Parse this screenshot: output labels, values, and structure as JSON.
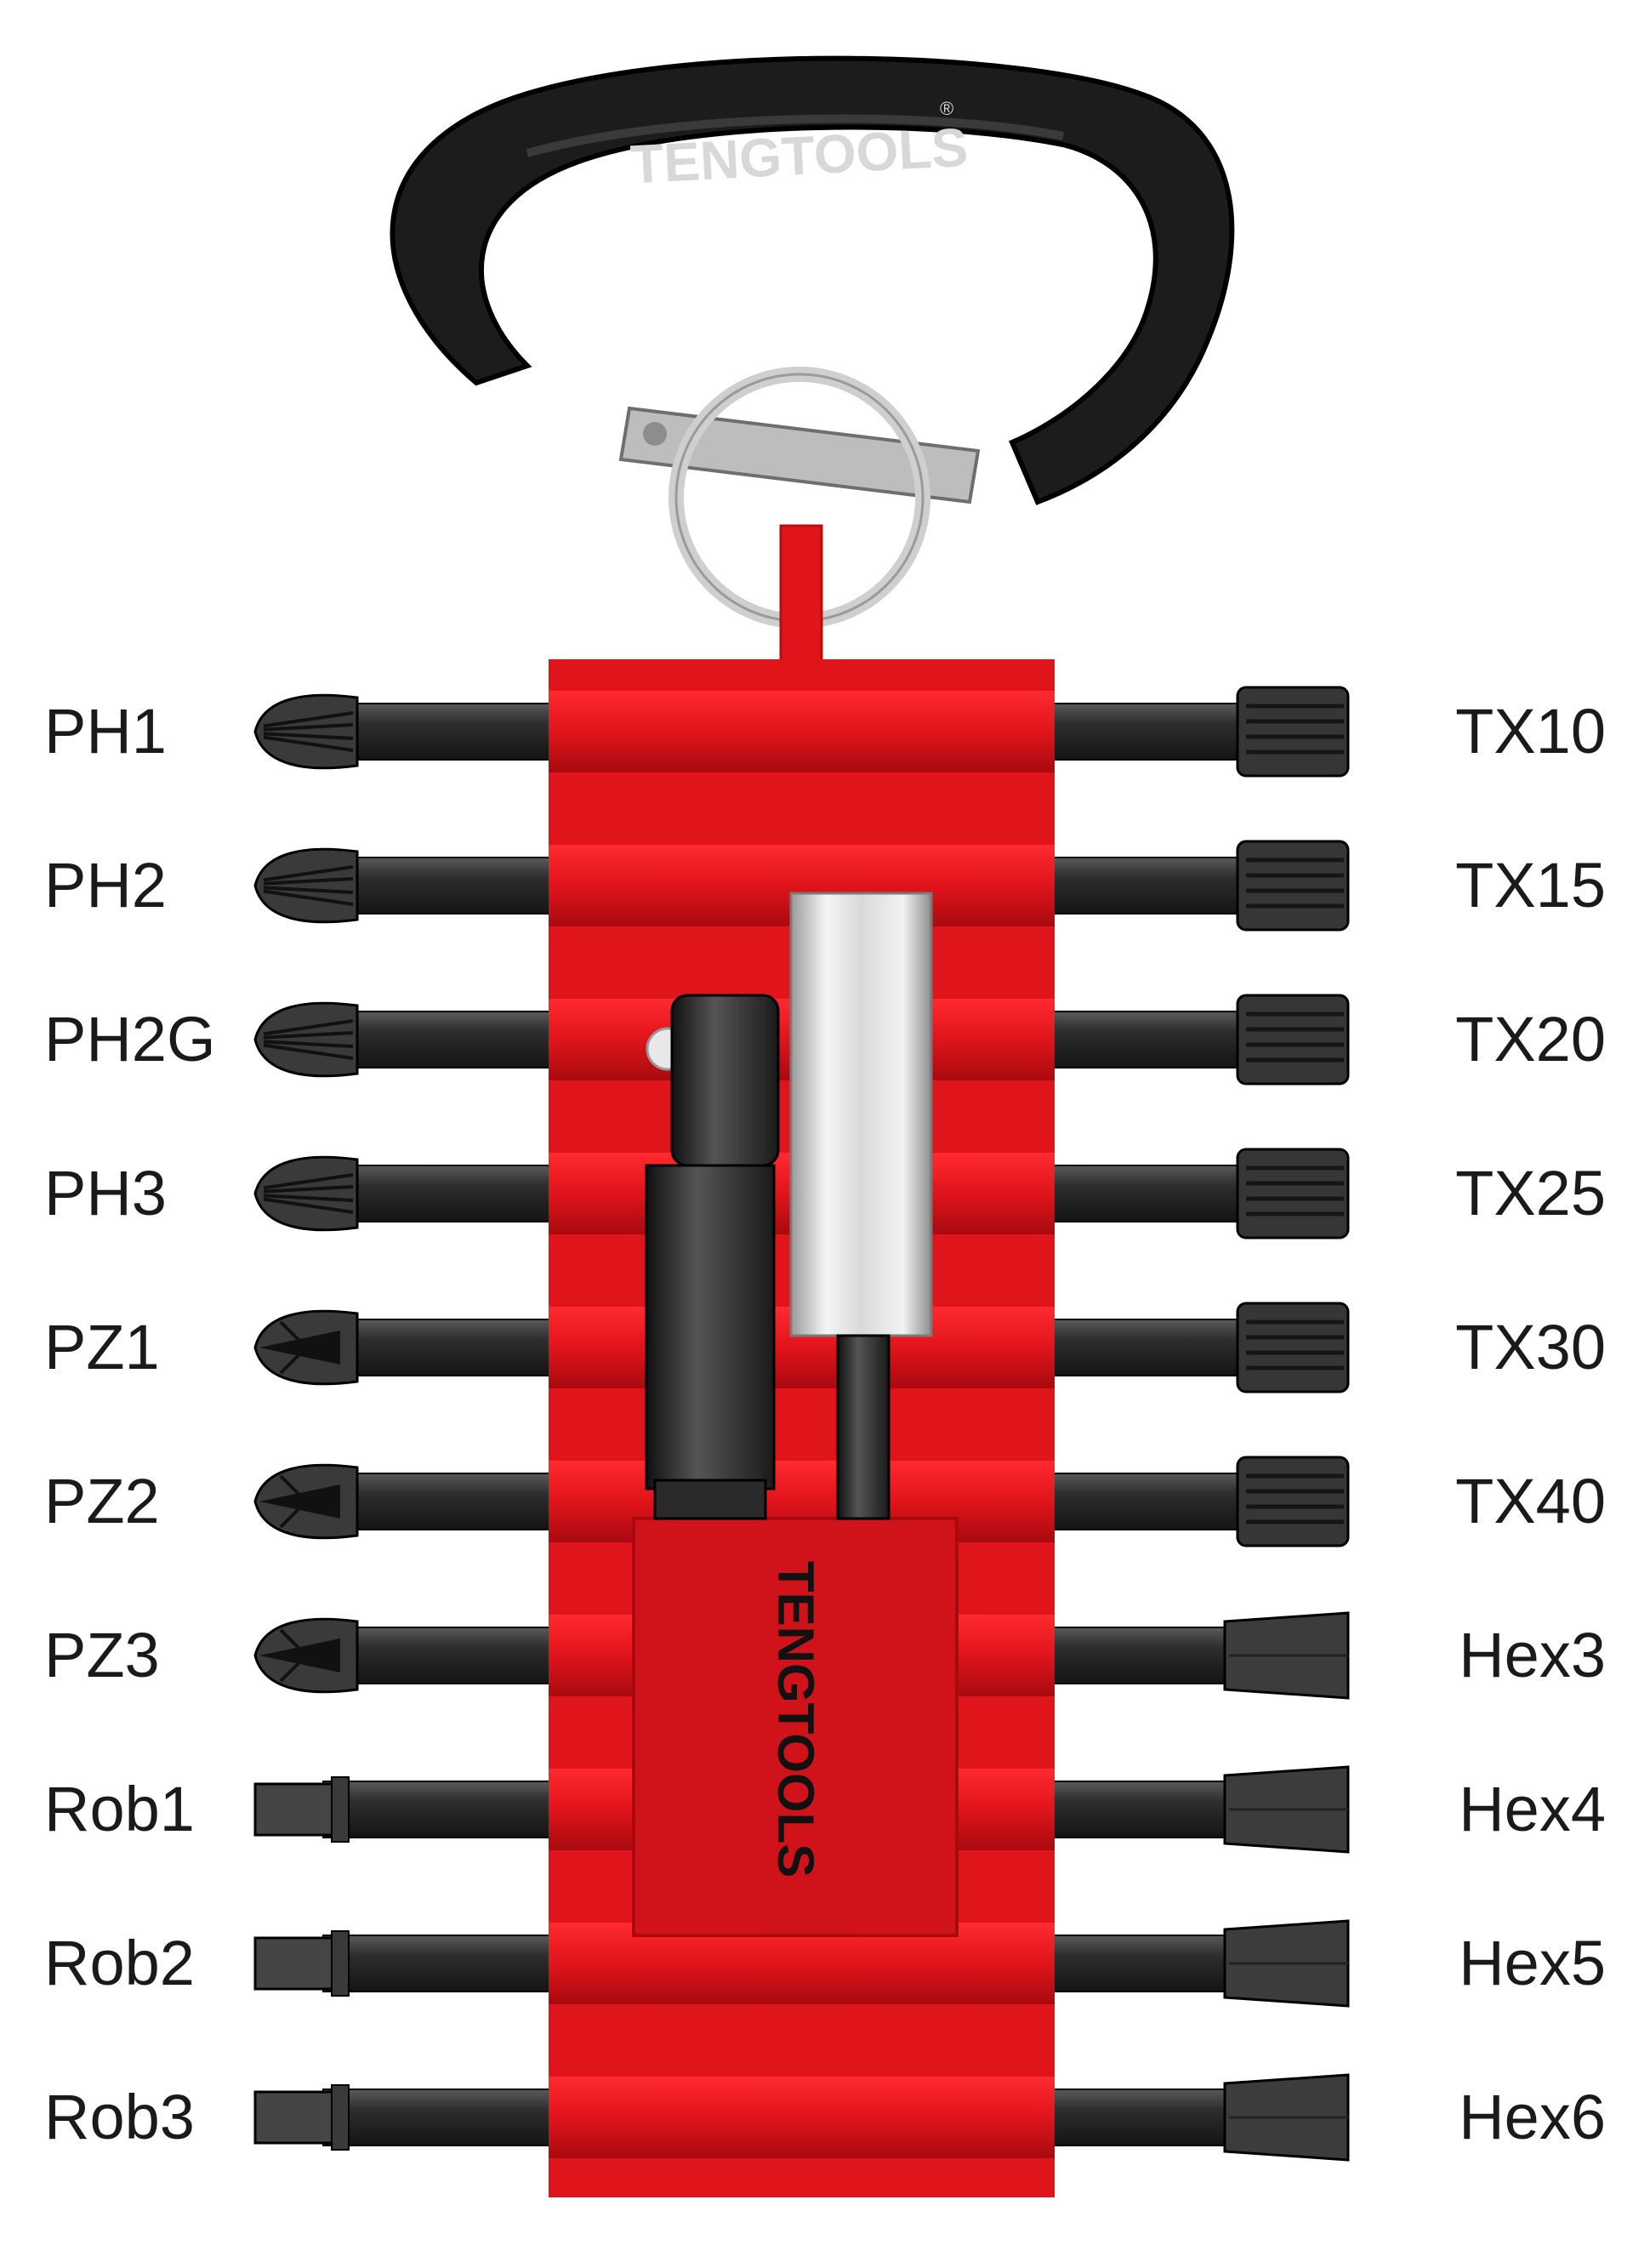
{
  "brand": {
    "logo_text": "TENGTOOLS",
    "registered_mark": "®"
  },
  "colors": {
    "holder_red": "#e0141b",
    "holder_dark_red": "#b50d14",
    "bit_black": "#2b2b2b",
    "carabiner_black": "#1c1c1c",
    "gate_gray": "#bdbdbd",
    "ring_gray": "#cfcfcf",
    "sleeve_silver": "#e6e6e6"
  },
  "left_bits": [
    {
      "label": "PH1",
      "tip": "phillips"
    },
    {
      "label": "PH2",
      "tip": "phillips"
    },
    {
      "label": "PH2G",
      "tip": "phillips"
    },
    {
      "label": "PH3",
      "tip": "phillips"
    },
    {
      "label": "PZ1",
      "tip": "pozidriv"
    },
    {
      "label": "PZ2",
      "tip": "pozidriv"
    },
    {
      "label": "PZ3",
      "tip": "pozidriv"
    },
    {
      "label": "Rob1",
      "tip": "square"
    },
    {
      "label": "Rob2",
      "tip": "square"
    },
    {
      "label": "Rob3",
      "tip": "square"
    }
  ],
  "right_bits": [
    {
      "label": "TX10",
      "tip": "torx"
    },
    {
      "label": "TX15",
      "tip": "torx"
    },
    {
      "label": "TX20",
      "tip": "torx"
    },
    {
      "label": "TX25",
      "tip": "torx"
    },
    {
      "label": "TX30",
      "tip": "torx"
    },
    {
      "label": "TX40",
      "tip": "torx"
    },
    {
      "label": "Hex3",
      "tip": "hex"
    },
    {
      "label": "Hex4",
      "tip": "hex"
    },
    {
      "label": "Hex5",
      "tip": "hex"
    },
    {
      "label": "Hex6",
      "tip": "hex"
    }
  ]
}
